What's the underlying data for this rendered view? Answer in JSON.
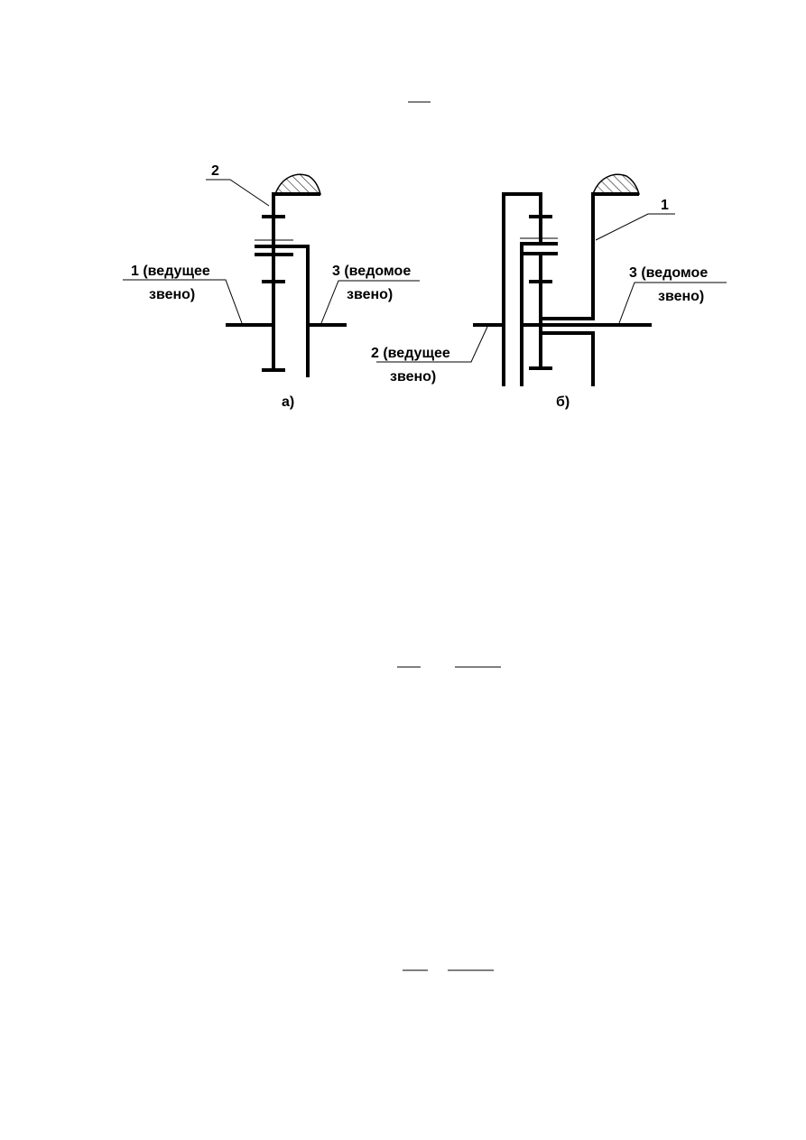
{
  "diagram_a": {
    "label_2": "2",
    "label_1_line1": "1 (ведущее",
    "label_1_line2": "звено)",
    "label_3_line1": "3 (ведомое",
    "label_3_line2": "звено)",
    "caption": "а)"
  },
  "diagram_b": {
    "label_1": "1",
    "label_2_line1": "2 (ведущее",
    "label_2_line2": "звено)",
    "label_3_line1": "3 (ведомое",
    "label_3_line2": "звено)",
    "caption": "б)"
  }
}
